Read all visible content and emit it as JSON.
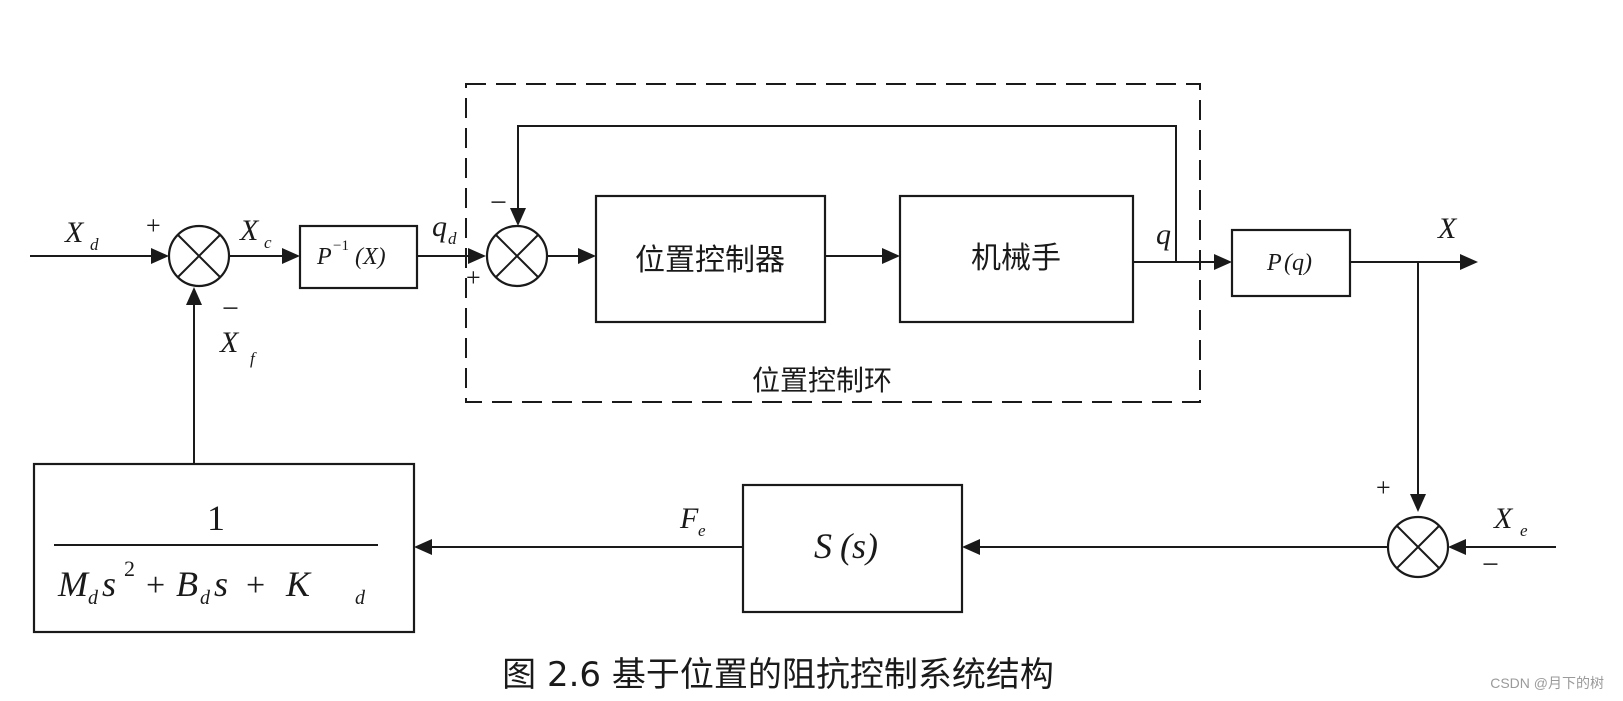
{
  "blocks": {
    "position_controller": "位置控制器",
    "manipulator": "机械手",
    "position_loop": "位置控制环",
    "inverse_kinematics": {
      "main": "P",
      "sup": "−1",
      "arg": "(X)"
    },
    "forward_kinematics": {
      "main": "P",
      "arg": "(q)"
    },
    "environment": {
      "main": "S",
      "arg": "(s)"
    },
    "impedance": {
      "numerator": "1",
      "M": "M",
      "M_sub": "d",
      "s1": "s",
      "s1_sup": "2",
      "plus1": "+",
      "B": "B",
      "B_sub": "d",
      "s2": "s",
      "plus2": "+",
      "K": "K",
      "K_sub": "d"
    }
  },
  "signals": {
    "Xd": {
      "main": "X",
      "sub": "d"
    },
    "Xc": {
      "main": "X",
      "sub": "c"
    },
    "Xf": {
      "main": "X",
      "sub": "f"
    },
    "qd": {
      "main": "q",
      "sub": "d"
    },
    "q": "q",
    "X": "X",
    "Xe": {
      "main": "X",
      "sub": "e"
    },
    "Fe": {
      "main": "F",
      "sub": "e"
    }
  },
  "signs": {
    "sum1_plus": "+",
    "sum1_minus": "−",
    "sum2_plus": "+",
    "sum2_minus": "−",
    "sum3_plus": "+",
    "sum3_minus": "−"
  },
  "caption": "图 2.6  基于位置的阻抗控制系统结构",
  "watermark": "CSDN @月下的树"
}
